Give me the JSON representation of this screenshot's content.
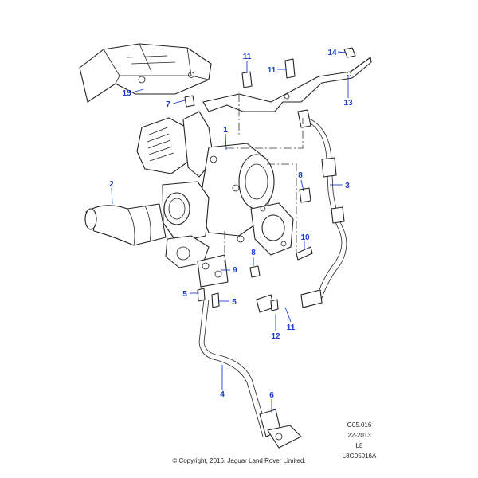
{
  "diagram": {
    "callouts": [
      "1",
      "2",
      "3",
      "4",
      "5",
      "5",
      "6",
      "7",
      "8",
      "8",
      "9",
      "10",
      "11",
      "11",
      "11",
      "12",
      "13",
      "14",
      "15"
    ],
    "reference": {
      "code": "G05.016",
      "date": "22-2013",
      "model": "L8",
      "illustration": "L8G05016A"
    },
    "copyright": "© Copyright, 2016. Jaguar Land Rover Limited.",
    "colors": {
      "callout": "#1a3fcf",
      "line": "#222222"
    }
  }
}
